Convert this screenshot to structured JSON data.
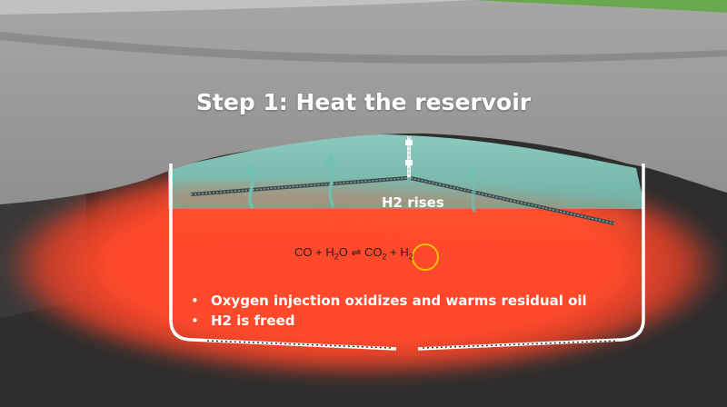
{
  "title": "Step 1: Heat the reservoir",
  "rises_label": "H2 rises",
  "equation": {
    "co": "CO",
    "plus1": "+",
    "h": "H",
    "sub_water": "2",
    "o": "O",
    "arrow": "⇌",
    "co2_c": "CO",
    "sub_co2": "2",
    "plus2": "+",
    "h2": "H",
    "sub_h2": "2"
  },
  "bullets": [
    "Oxygen injection oxidizes and warms residual oil",
    "H2 is freed"
  ],
  "colors": {
    "rock": "#9c9c9a",
    "dark_ground": "#2e2e2e",
    "gas_zone": "#7dbfb4",
    "heated_zone": "#ff4b2e",
    "well": "#ffffff",
    "highlight": "#f5c000"
  },
  "icons": [
    "upward-arrow-icon",
    "injection-well-icon",
    "horizontal-well-icon"
  ]
}
